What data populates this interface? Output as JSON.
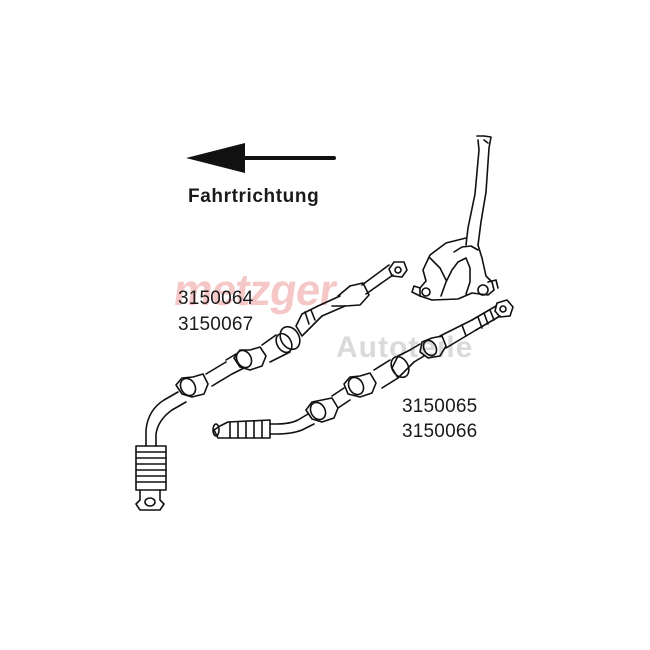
{
  "direction": {
    "label": "Fahrtrichtung"
  },
  "part_numbers": {
    "upper_cable": [
      "3150064",
      "3150067"
    ],
    "lower_cable": [
      "3150065",
      "3150066"
    ]
  },
  "watermark": {
    "brand": "metzger",
    "sub": "Autoteile"
  },
  "colors": {
    "line": "#111111",
    "watermark_red": "#f2b5b5",
    "watermark_gray": "#d4d4d4"
  },
  "icons": {
    "arrow": "arrow-left-icon"
  }
}
